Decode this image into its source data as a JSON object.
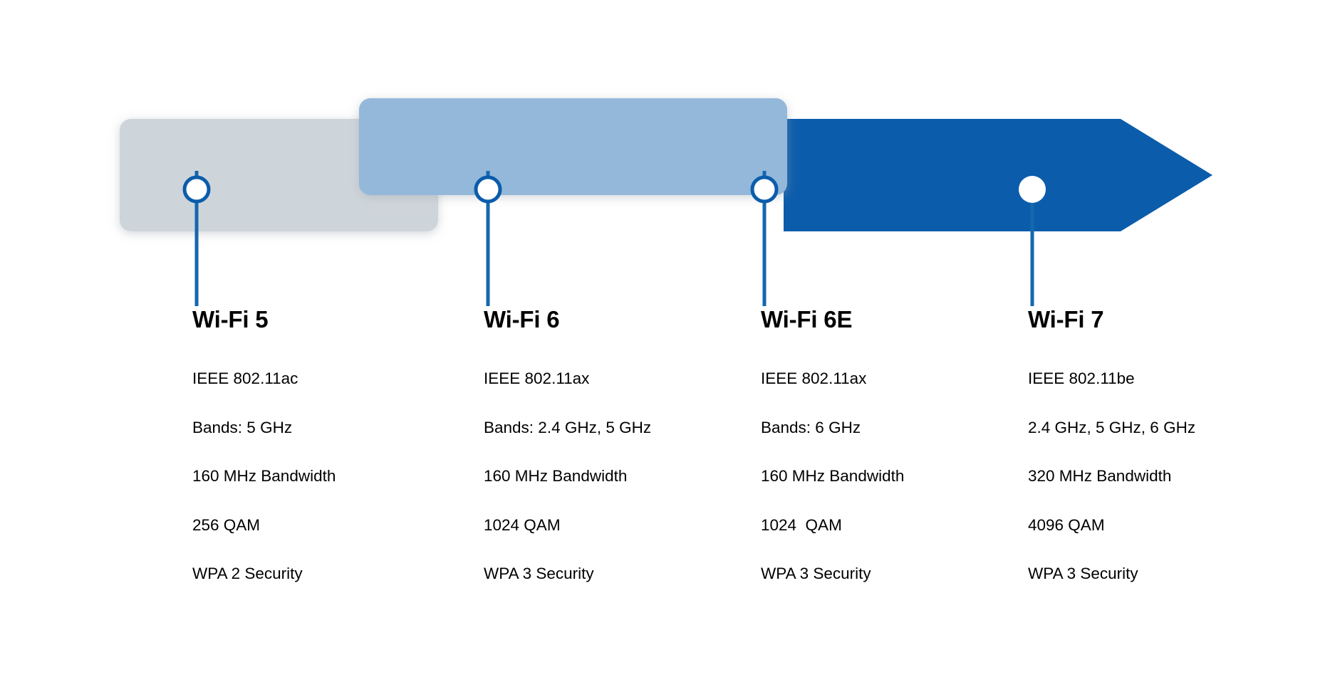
{
  "meta": {
    "title": "Wi-Fi Generations Comparison Timeline"
  },
  "colors": {
    "segment_grey": "#ced5da",
    "segment_light_blue": "#94b8da",
    "segment_dark_blue": "#0b5cab",
    "marker_stroke": "#0b5cab",
    "marker_fill": "#ffffff",
    "connector_line": "#1567ae",
    "text": "#000000",
    "background": "#ffffff"
  },
  "timeline": {
    "name": "wifi-generation-arrow",
    "direction": "left-to-right",
    "segments": [
      {
        "key": "wifi5",
        "label": "Wi-Fi 5",
        "fill": "#ced5da",
        "shape": "rounded-rect"
      },
      {
        "key": "wifi6",
        "label": "Wi-Fi 6",
        "fill": "#94b8da",
        "shape": "rounded-rect"
      },
      {
        "key": "wifi6e",
        "label": "Wi-Fi 6E",
        "fill": "#94b8da",
        "shape": "rounded-rect"
      },
      {
        "key": "wifi7",
        "label": "Wi-Fi 7",
        "fill": "#0b5cab",
        "shape": "arrow-head"
      }
    ]
  },
  "columns": [
    {
      "key": "wifi5",
      "title": "Wi-Fi 5",
      "marker": {
        "style": "outlined",
        "icon": "timeline-marker-icon"
      },
      "specs": [
        "IEEE 802.11ac",
        "Bands: 5 GHz",
        "160 MHz Bandwidth",
        "256 QAM",
        "WPA 2 Security"
      ]
    },
    {
      "key": "wifi6",
      "title": "Wi-Fi 6",
      "marker": {
        "style": "outlined",
        "icon": "timeline-marker-icon"
      },
      "specs": [
        "IEEE 802.11ax",
        "Bands: 2.4 GHz, 5 GHz",
        "160 MHz Bandwidth",
        "1024 QAM",
        "WPA 3 Security"
      ]
    },
    {
      "key": "wifi6e",
      "title": "Wi-Fi 6E",
      "marker": {
        "style": "outlined",
        "icon": "timeline-marker-icon"
      },
      "specs": [
        "IEEE 802.11ax",
        "Bands: 6 GHz",
        "160 MHz Bandwidth",
        "1024  QAM",
        "WPA 3 Security"
      ]
    },
    {
      "key": "wifi7",
      "title": "Wi-Fi 7",
      "marker": {
        "style": "filled",
        "icon": "timeline-marker-icon"
      },
      "specs": [
        "IEEE 802.11be",
        "2.4 GHz, 5 GHz, 6 GHz",
        "320 MHz Bandwidth",
        "4096 QAM",
        "WPA 3 Security"
      ]
    }
  ]
}
